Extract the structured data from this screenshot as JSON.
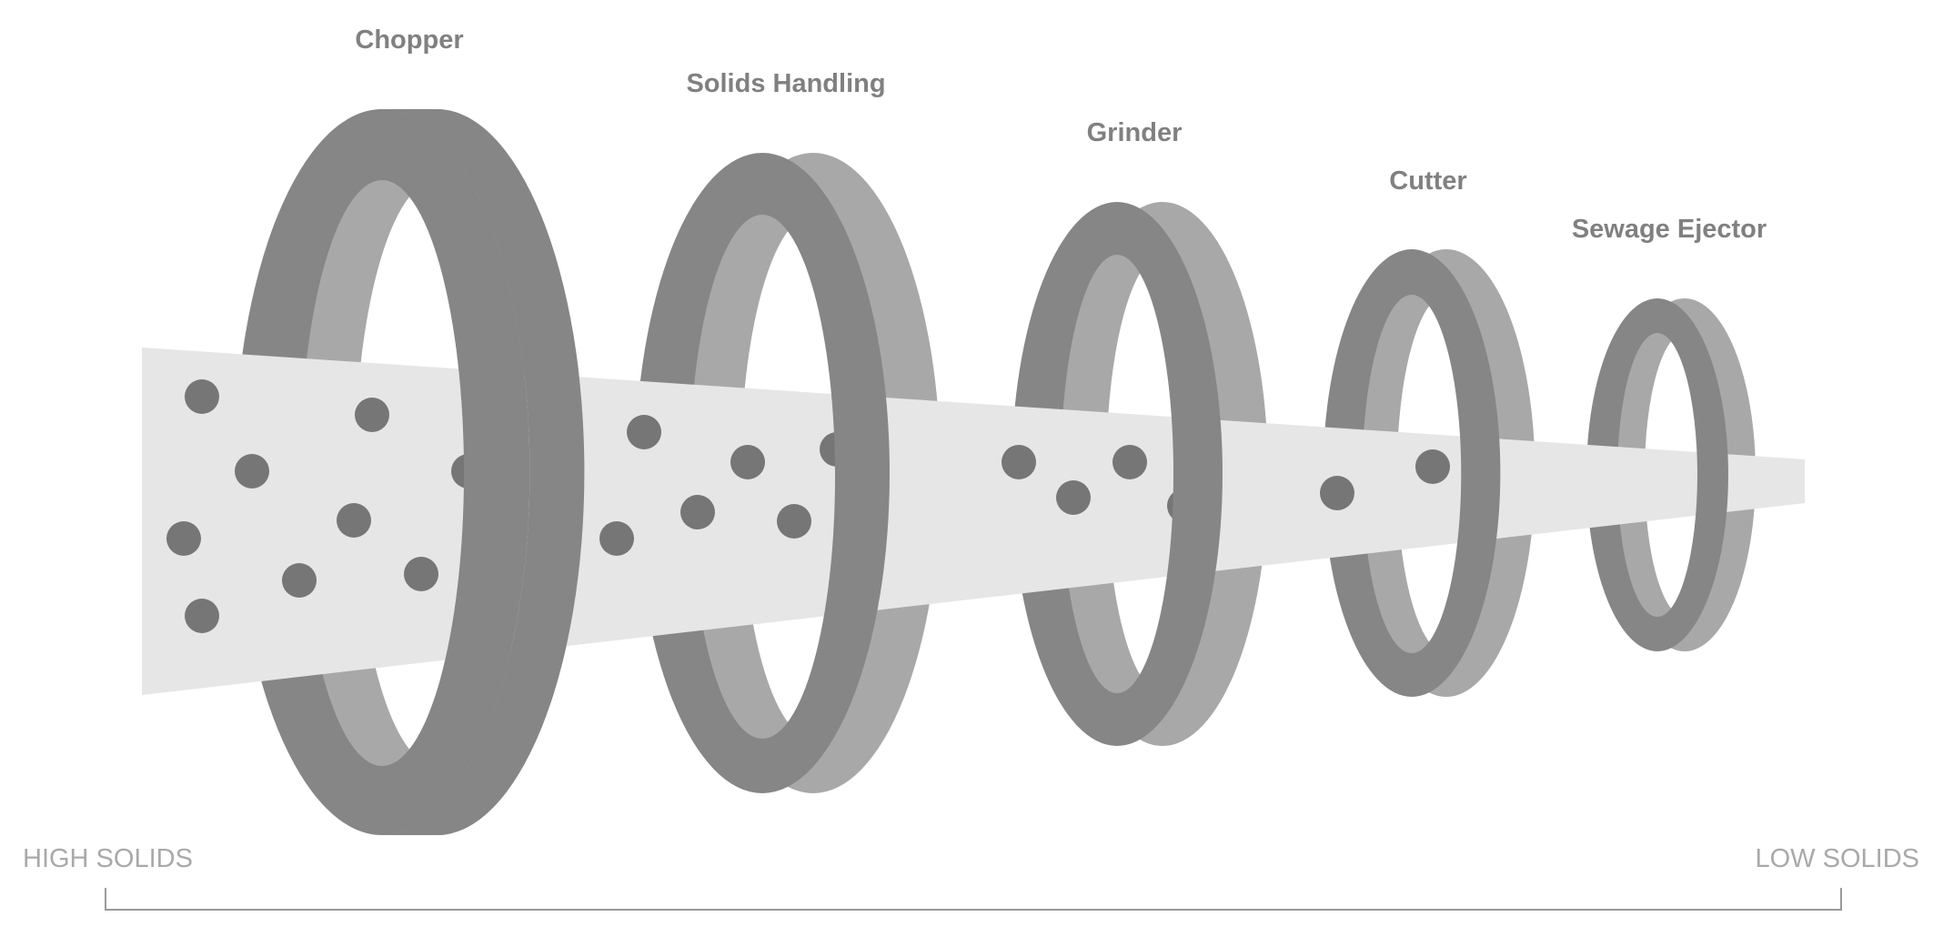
{
  "diagram": {
    "rings": [
      {
        "label": "Chopper"
      },
      {
        "label": "Solids Handling"
      },
      {
        "label": "Grinder"
      },
      {
        "label": "Cutter"
      },
      {
        "label": "Sewage Ejector"
      }
    ],
    "scale": {
      "left_label": "HIGH SOLIDS",
      "right_label": "LOW SOLIDS"
    },
    "colors": {
      "ring_front": "#868686",
      "ring_back": "#a8a8a8",
      "stream": "#e6e6e6",
      "particle": "#767676",
      "title_text": "#808080",
      "scale_text": "#a9a9a9",
      "bracket": "#9a9a9a"
    }
  }
}
